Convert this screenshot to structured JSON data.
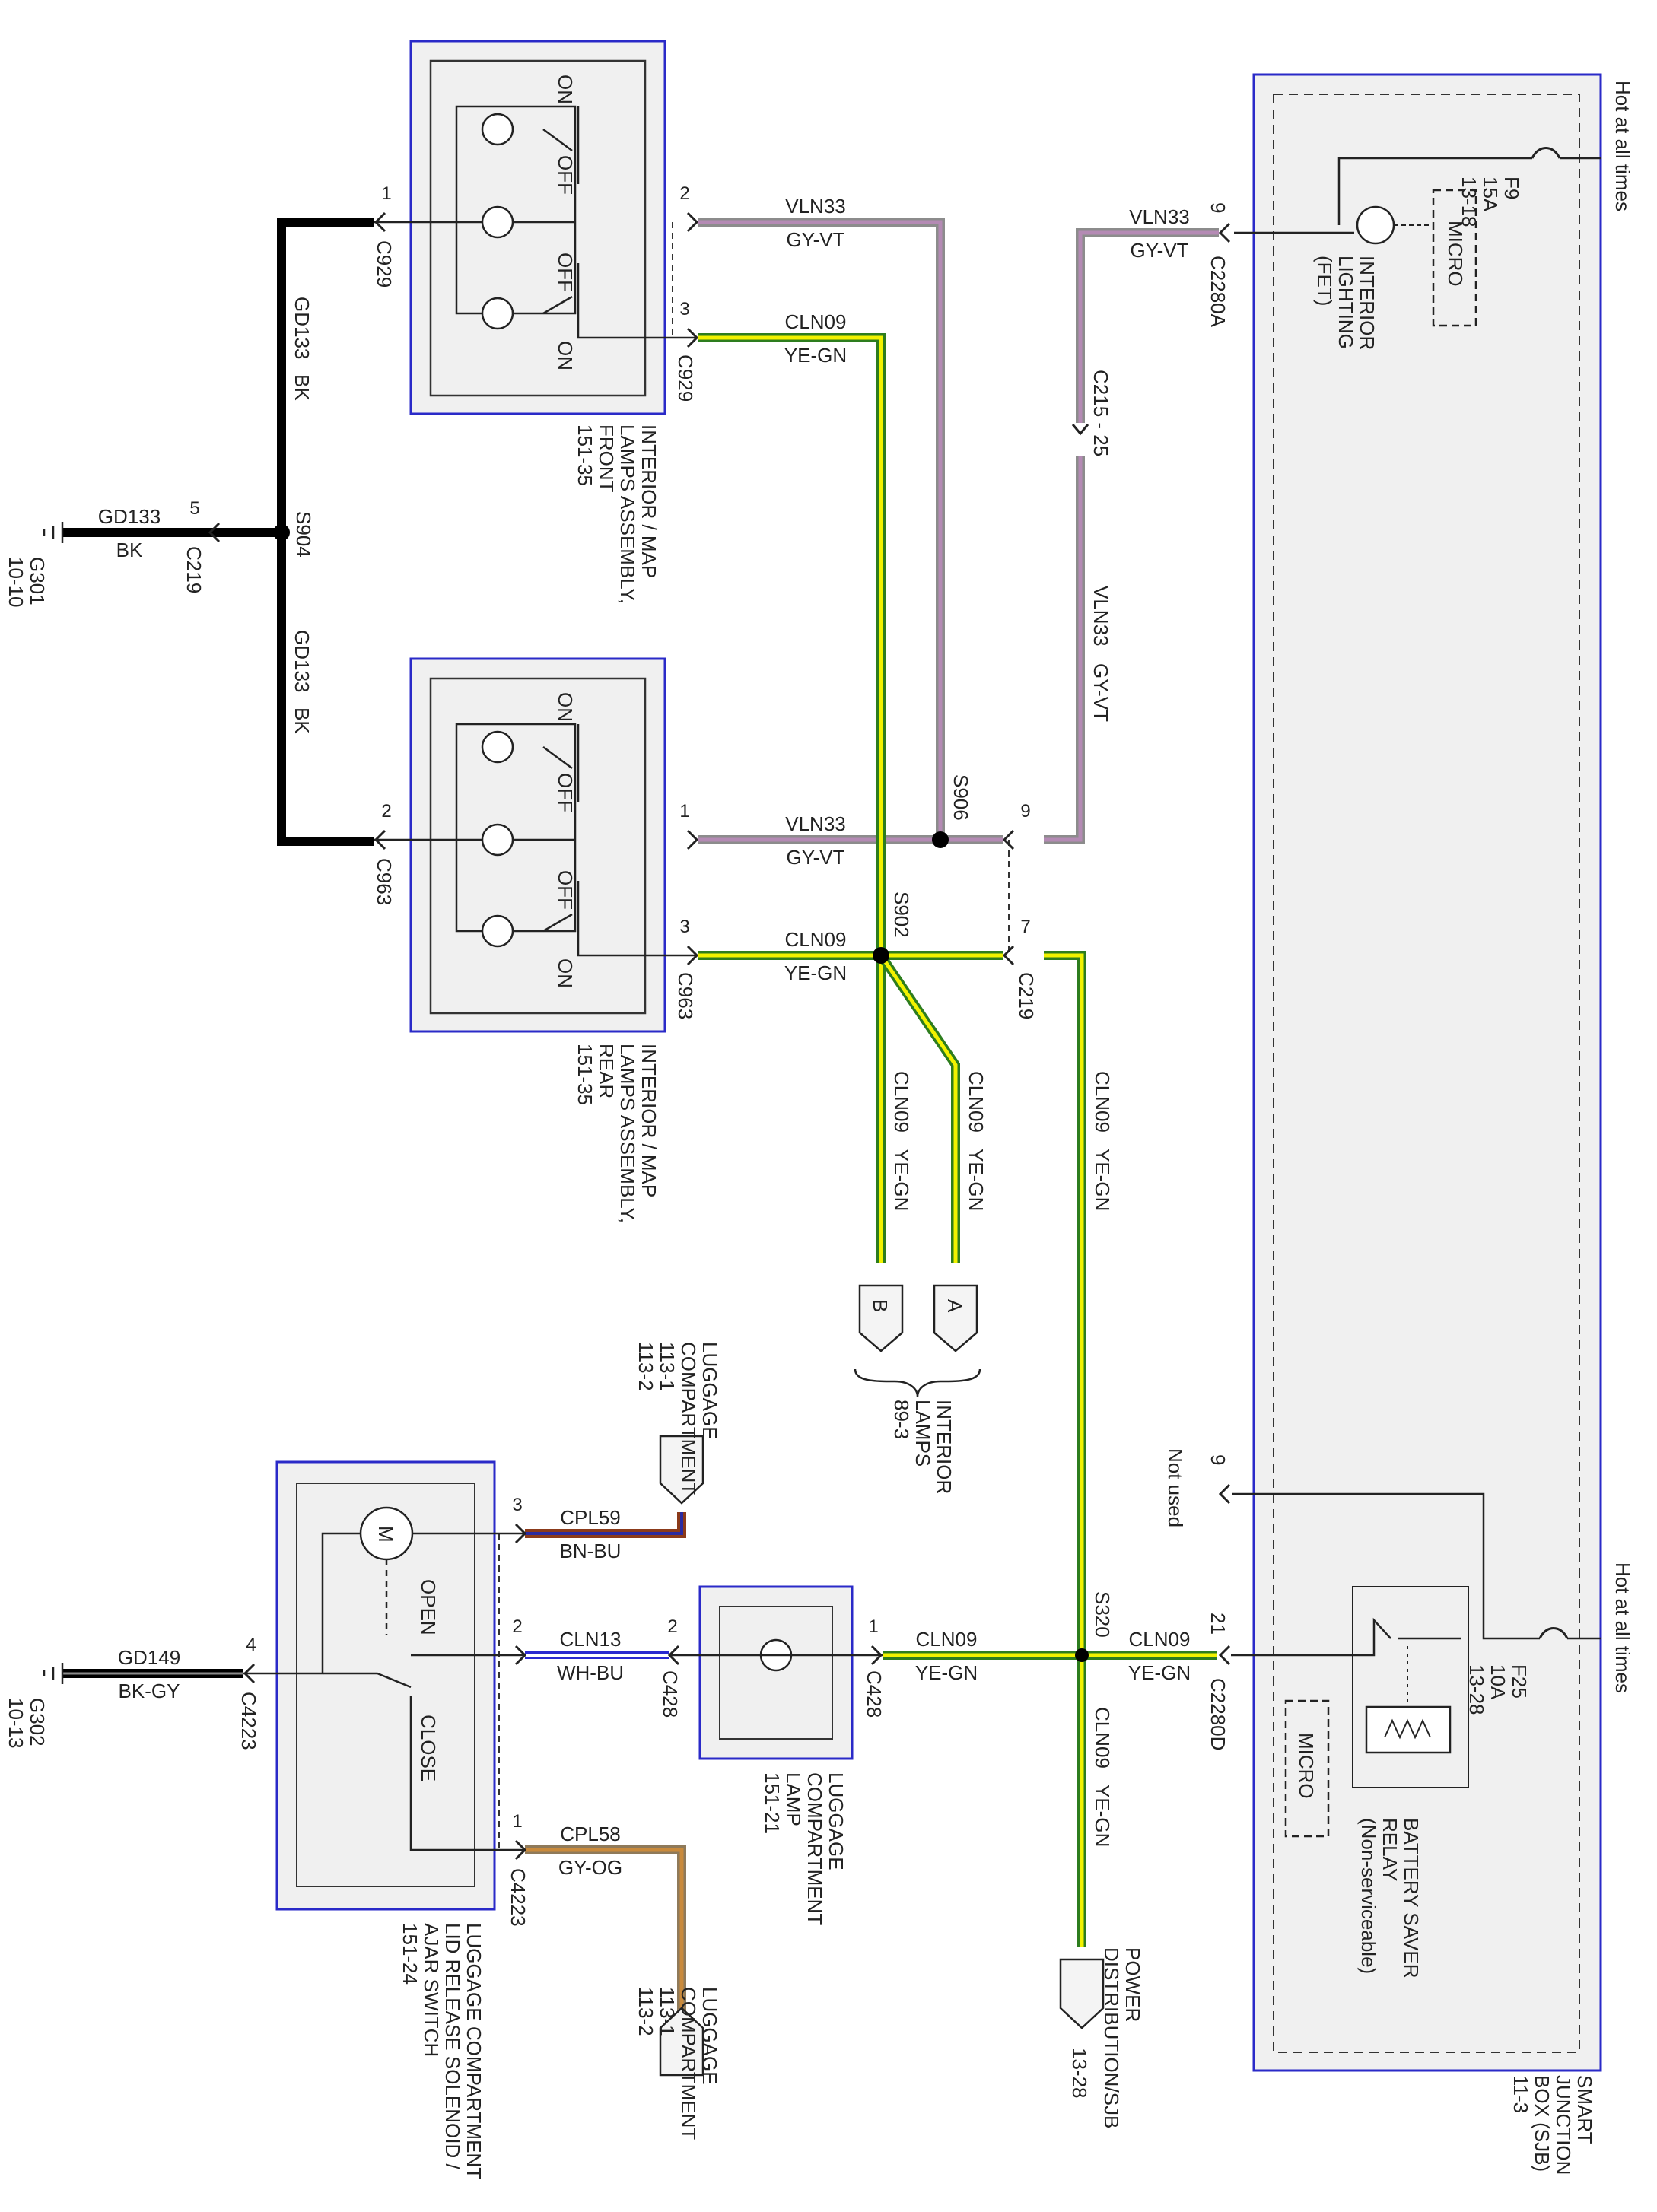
{
  "colors": {
    "ground_wire": "#000000",
    "vt_wire": "#b48ab4",
    "gy_wire": "#8c8c8c",
    "ye": "#f2f200",
    "gn": "#2d7d1e",
    "bn_bu_a": "#8b3a1a",
    "bn_bu_b": "#2a2aa0",
    "wh_bu": "#2a2ad0",
    "gy_og": "#c98a3c",
    "gy_og_b": "#8f7a5a",
    "module_border": "#2a2ac8",
    "module_fill": "#f0f0f0",
    "junction_fill": "#f0f0f0"
  },
  "modules": {
    "front_lamp": {
      "name": "INTERIOR / MAP\nLAMPS ASSEMBLY,\nFRONT\n151-35",
      "sw": [
        "ON",
        "OFF",
        "OFF",
        "ON"
      ]
    },
    "rear_lamp": {
      "name": "INTERIOR / MAP\nLAMPS ASSEMBLY,\nREAR\n151-35",
      "sw": [
        "ON",
        "OFF",
        "OFF",
        "ON"
      ]
    },
    "sjb": {
      "name": "SMART\nJUNCTION\nBOX (SJB)\n11-3",
      "hot_top": "Hot at all times",
      "hot_bottom": "Hot at all times",
      "f9": "F9\n15A\n13-18",
      "f25": "F25\n10A\n13-28",
      "interior_lighting": "INTERIOR\nLIGHTING\n(FET)",
      "micro": "MICRO",
      "relay": "BATTERY SAVER\nRELAY\n(Non-serviceable)",
      "conn_c2280a": "C2280A",
      "conn_c2280d": "C2280D",
      "pin_9a": "9",
      "pin_21": "21",
      "pin_9b": "9",
      "not_used": "Not used"
    },
    "luggage_lamp": {
      "name": "LUGGAGE\nCOMPARTMENT\nLAMP\n151-21"
    },
    "luggage_switch": {
      "name": "LUGGAGE COMPARTMENT\nLID RELEASE SOLENOID /\nAJAR SWITCH\n151-24",
      "open": "OPEN",
      "close": "CLOSE",
      "motor": "M"
    }
  },
  "wires": {
    "vln33_top": {
      "circuit": "VLN33",
      "color": "GY-VT",
      "pin": "2",
      "conn": ""
    },
    "cln09_top": {
      "circuit": "CLN09",
      "color": "YE-GN",
      "pin": "3",
      "conn": "C929"
    },
    "vln33_sjb": {
      "circuit": "VLN33",
      "color": "GY-VT"
    },
    "vln33_vert": {
      "circuit": "VLN33",
      "color": "GY-VT"
    },
    "inline_c215": "C215 - 25",
    "gd133_top": {
      "circuit": "GD133",
      "color": "BK"
    },
    "gd133_mid": {
      "circuit": "GD133",
      "color": "BK"
    },
    "gd133_g301": {
      "circuit": "GD133",
      "color": "BK",
      "pin": "5",
      "conn": "C219"
    },
    "s904": "S904",
    "g301": "G301\n10-10",
    "c929_pin1": "1",
    "c929_label": "C929",
    "c963_pin2": "2",
    "c963_label": "C963",
    "vln33_rear": {
      "circuit": "VLN33",
      "color": "GY-VT",
      "pin": "1"
    },
    "cln09_rear": {
      "circuit": "CLN09",
      "color": "YE-GN",
      "pin": "3",
      "conn": "C963"
    },
    "s906": "S906",
    "s902": "S902",
    "c219_pin9": "9",
    "c219_pin7": "7",
    "c219_label": "C219",
    "cln09_b": {
      "circuit": "CLN09",
      "color": "YE-GN"
    },
    "cln09_a": {
      "circuit": "CLN09",
      "color": "YE-GN"
    },
    "cln09_c219": {
      "circuit": "CLN09",
      "color": "YE-GN"
    },
    "tag_b": "B",
    "tag_a": "A",
    "interior_lamps": "INTERIOR\nLAMPS\n89-3",
    "s320": "S320",
    "cln09_c2280d": {
      "circuit": "CLN09",
      "color": "YE-GN"
    },
    "cln09_c428": {
      "circuit": "CLN09",
      "color": "YE-GN",
      "pin": "1",
      "conn": "C428"
    },
    "cln09_pd": {
      "circuit": "CLN09",
      "color": "YE-GN"
    },
    "power_dist": "POWER\nDISTRIBUTION/SJB",
    "power_dist_ref": "13-28",
    "cln13": {
      "circuit": "CLN13",
      "color": "WH-BU",
      "pin_left": "2",
      "pin_right": "2",
      "conn": "C428"
    },
    "cpl59": {
      "circuit": "CPL59",
      "color": "BN-BU",
      "pin": "3"
    },
    "cpl58": {
      "circuit": "CPL58",
      "color": "GY-OG",
      "pin": "1",
      "conn": "C4223"
    },
    "gd149": {
      "circuit": "GD149",
      "color": "BK-GY",
      "pin": "4",
      "conn": "C4223"
    },
    "g302": "G302\n10-13",
    "luggage_top": "LUGGAGE\nCOMPARTMENT\n113-1\n113-2",
    "luggage_bottom": "LUGGAGE\nCOMPARTMENT\n113-1\n113-2"
  }
}
